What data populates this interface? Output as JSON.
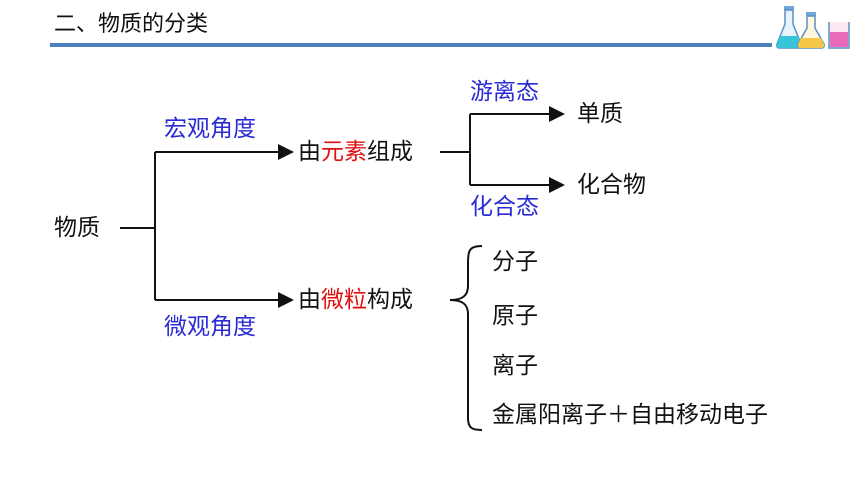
{
  "header": {
    "title": "二、物质的分类",
    "flask_icons": [
      "flask-cyan-icon",
      "flask-yellow-icon",
      "beaker-pink-icon"
    ],
    "rule_color": "#4a7fc0"
  },
  "diagram": {
    "root": "物质",
    "macro": {
      "angle_label": "宏观角度",
      "composition_prefix": "由",
      "composition_keyword": "元素",
      "composition_suffix": "组成",
      "free_state_label": "游离态",
      "combined_state_label": "化合态",
      "simple_substance": "单质",
      "compound": "化合物"
    },
    "micro": {
      "angle_label": "微观角度",
      "composition_prefix": "由",
      "composition_keyword": "微粒",
      "composition_suffix": "构成",
      "particles": [
        "分子",
        "原子",
        "离子",
        "金属阳离子＋自由移动电子"
      ]
    }
  },
  "colors": {
    "label_blue": "#2b2bd6",
    "keyword_red": "#e01010",
    "text": "#111111"
  }
}
